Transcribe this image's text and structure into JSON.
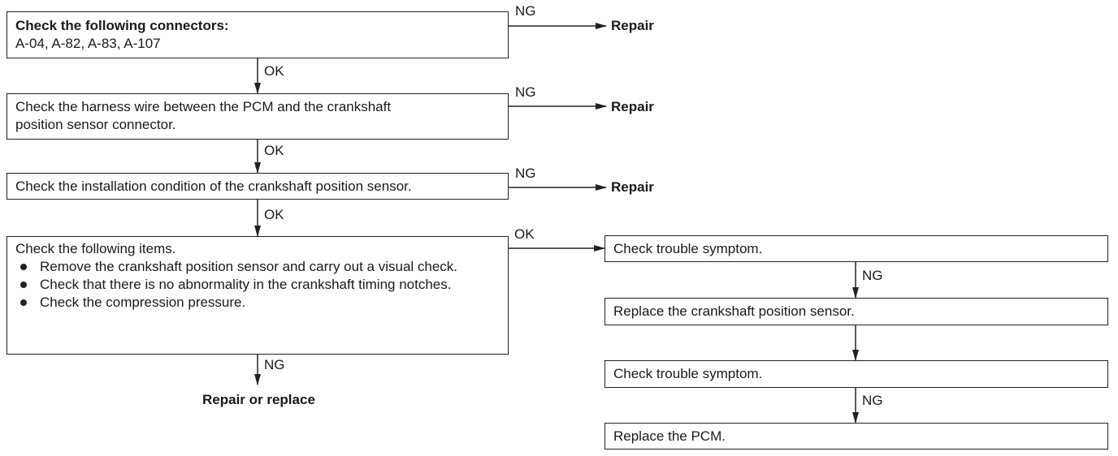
{
  "steps": [
    {
      "title": "Check the following connectors:",
      "text": "A-04, A-82, A-83, A-107",
      "ng_label": "NG",
      "ng_result": "Repair",
      "ok_label": "OK"
    },
    {
      "line1": "Check the harness wire between the PCM and the crankshaft",
      "line2": "position sensor connector.",
      "ng_label": "NG",
      "ng_result": "Repair",
      "ok_label": "OK"
    },
    {
      "text": "Check the installation condition of the crankshaft position sensor.",
      "ng_label": "NG",
      "ng_result": "Repair",
      "ok_label": "OK"
    },
    {
      "intro": "Check the following items.",
      "items": [
        "Remove the crankshaft position sensor and carry out a visual check.",
        "Check that there is no abnormality in the crankshaft timing notches.",
        "Check the compression pressure."
      ],
      "ok_label": "OK",
      "ng_label": "NG",
      "ng_result": "Repair or replace"
    }
  ],
  "right_chain": [
    {
      "text": "Check trouble symptom.",
      "next_label": "NG"
    },
    {
      "text": "Replace the crankshaft position sensor.",
      "next_label": ""
    },
    {
      "text": "Check trouble symptom.",
      "next_label": "NG"
    },
    {
      "text": "Replace the PCM."
    }
  ]
}
